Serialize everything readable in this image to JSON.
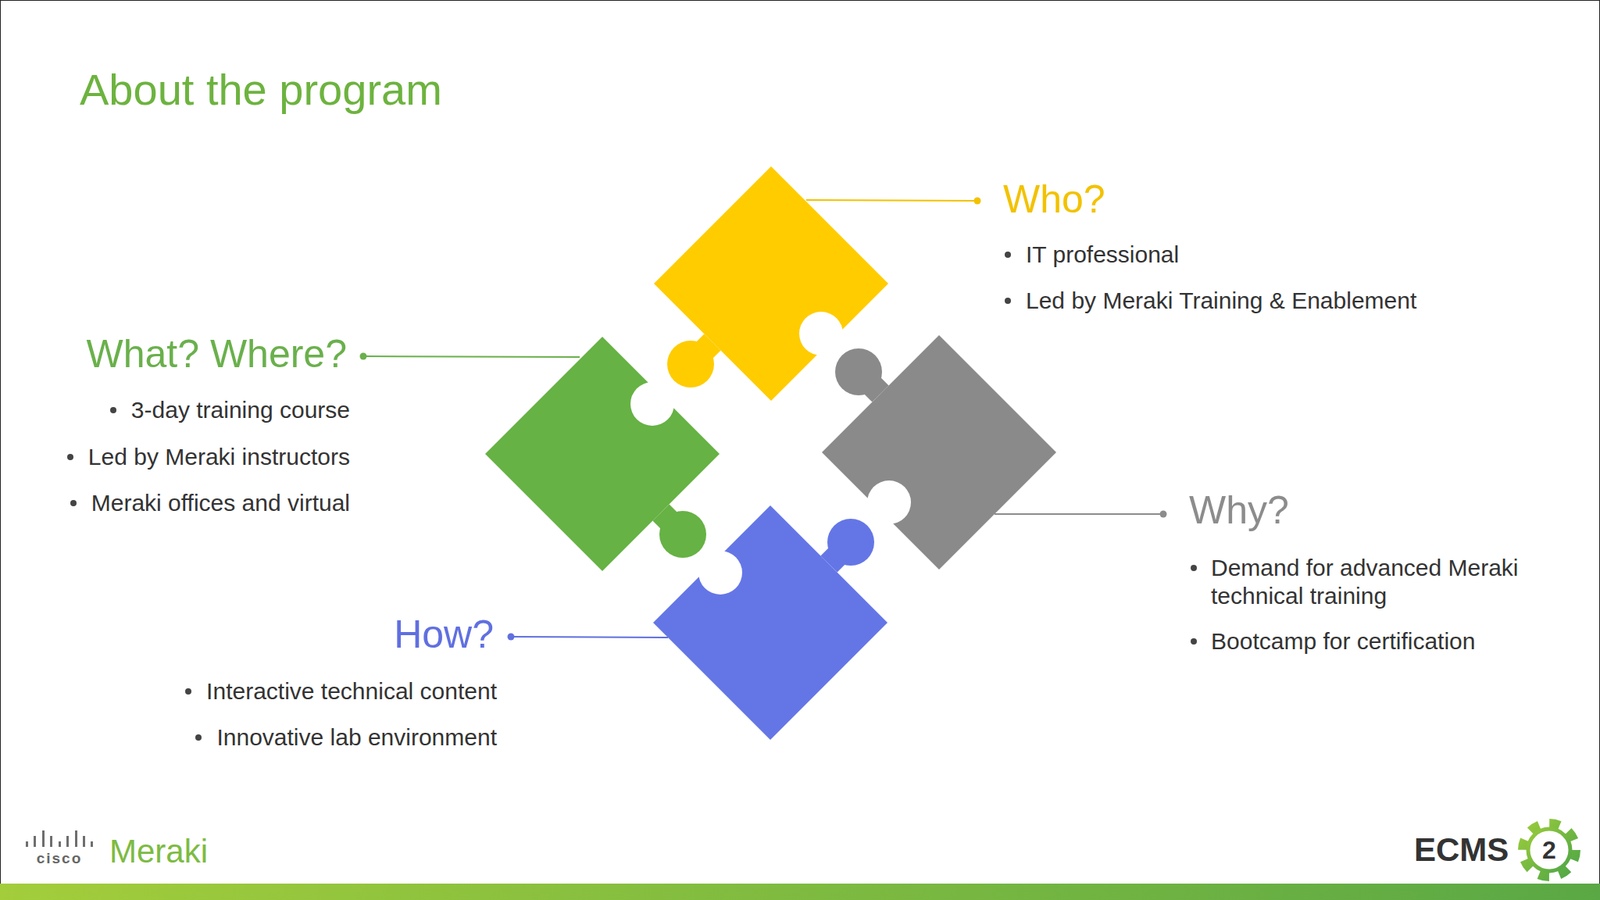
{
  "diagram": {
    "title": "About the program",
    "labels": [
      "Who?",
      "IT professional",
      "Led by Meraki Training & Enablement",
      "What? Where?",
      "3-day training course",
      "Led by Meraki instructors",
      "Meraki offices and virtual",
      "Why?",
      "Demand for advanced Meraki technical training",
      "Bootcamp for certification",
      "How?",
      "Interactive technical content",
      "Innovative lab environment",
      "cisco",
      "Meraki",
      "ECMS",
      "2"
    ]
  }
}
